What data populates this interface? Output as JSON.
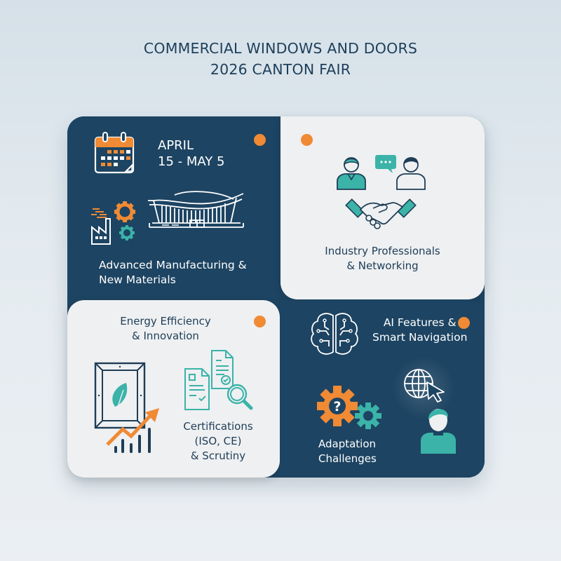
{
  "header": {
    "title_line1": "COMMERCIAL WINDOWS AND DOORS",
    "title_line2": "2026 CANTON FAIR"
  },
  "colors": {
    "navy": "#1d4462",
    "light_card": "#eef0f2",
    "orange_accent": "#f08a34",
    "teal_accent": "#3bb3a8",
    "title_text": "#1d3f5a"
  },
  "cards": [
    {
      "id": "dates-manufacturing",
      "theme": "dark",
      "date_line1": "APRIL",
      "date_line2": "15 - MAY 5",
      "label_line1": "Advanced Manufacturing &",
      "label_line2": "New Materials",
      "icons": [
        "calendar-icon",
        "exhibition-hall-icon",
        "factory-icon",
        "gears-icon"
      ]
    },
    {
      "id": "networking",
      "theme": "light",
      "label_line1": "Industry Professionals",
      "label_line2": "& Networking",
      "icons": [
        "people-icon",
        "chat-bubble-icon",
        "handshake-icon"
      ]
    },
    {
      "id": "energy-certifications",
      "theme": "light",
      "label_line1": "Energy Efficiency",
      "label_line2": "& Innovation",
      "cert_line1": "Certifications",
      "cert_line2": "(ISO, CE)",
      "cert_line3": "& Scrutiny",
      "icons": [
        "window-leaf-icon",
        "growth-chart-icon",
        "documents-magnifier-icon"
      ]
    },
    {
      "id": "ai-adaptation",
      "theme": "dark",
      "label_line1": "AI Features &",
      "label_line2": "Smart Navigation",
      "adapt_line1": "Adaptation",
      "adapt_line2": "Challenges",
      "icons": [
        "brain-circuit-icon",
        "globe-cursor-icon",
        "user-icon",
        "question-gear-icon"
      ]
    }
  ]
}
